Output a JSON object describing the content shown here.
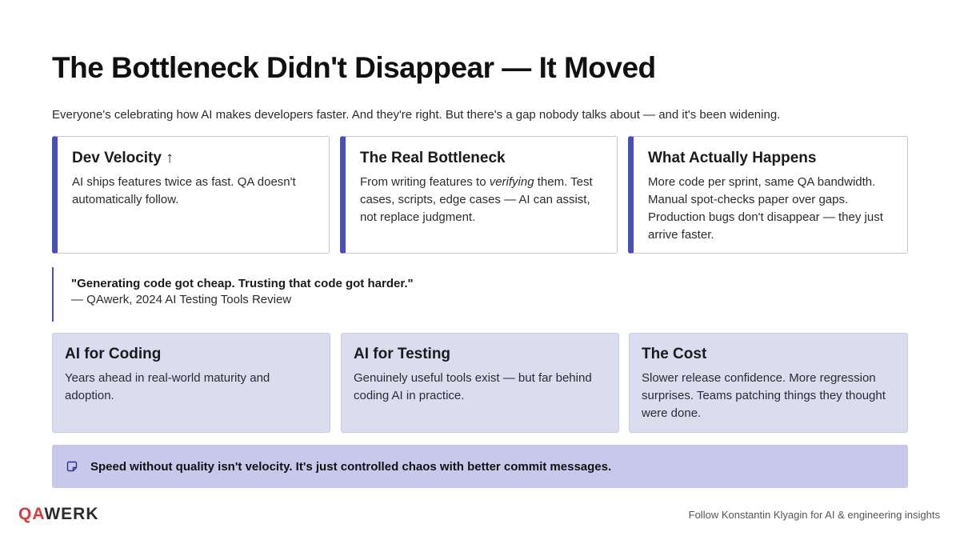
{
  "title": "The Bottleneck Didn't Disappear — It Moved",
  "intro": "Everyone's celebrating how AI makes developers faster. And they're right. But there's a gap nobody talks about — and it's been widening.",
  "top_cards": [
    {
      "title": "Dev Velocity ↑",
      "body": "AI ships features twice as fast. QA doesn't automatically follow."
    },
    {
      "title": "The Real Bottleneck",
      "body_before": "From writing features to ",
      "body_emphasis": "verifying",
      "body_after": " them. Test cases, scripts, edge cases — AI can assist, not replace judgment."
    },
    {
      "title": "What Actually Happens",
      "body": "More code per sprint, same QA bandwidth. Manual spot-checks paper over gaps. Production bugs don't disappear — they just arrive faster."
    }
  ],
  "quote": {
    "text": "\"Generating code got cheap. Trusting that code got harder.\"",
    "source": "— QAwerk, 2024 AI Testing Tools Review"
  },
  "bottom_cards": [
    {
      "title": "AI for Coding",
      "body": "Years ahead in real-world maturity and adoption."
    },
    {
      "title": "AI for Testing",
      "body": "Genuinely useful tools exist — but far behind coding AI in practice."
    },
    {
      "title": "The Cost",
      "body": "Slower release confidence. More regression surprises. Teams patching things they thought were done."
    }
  ],
  "callout": {
    "icon": "note-icon",
    "text": "Speed without quality isn't velocity. It's just controlled chaos with better commit messages."
  },
  "logo": {
    "accent_text": "QA",
    "rest_text": "WERK"
  },
  "footer_note": "Follow Konstantin Klyagin for AI & engineering insights",
  "colors": {
    "accent": "#4a4fb7",
    "card_fill": "#dcdcef",
    "callout_fill": "#c8c9ea",
    "logo_red": "#d93a3a"
  }
}
